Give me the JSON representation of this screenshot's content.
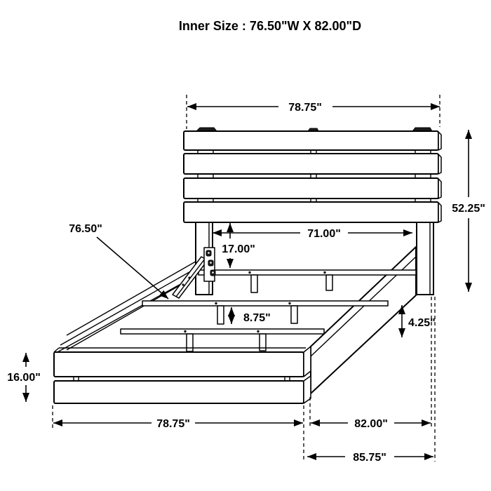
{
  "title": "Inner Size : 76.50\"W X 82.00\"D",
  "drawing": {
    "subject": "platform-bed-frame-assembly-diagram",
    "colors": {
      "line": "#000000",
      "background": "#ffffff",
      "hardware_fill": "#1c1c1c"
    },
    "dims": {
      "top_width": "78.75\"",
      "height": "52.25\"",
      "inner_width": "76.50\"",
      "slat_span": "71.00\"",
      "clearance": "17.00\"",
      "slat_gap": "8.75\"",
      "rail_height": "4.25\"",
      "footboard_height": "16.00\"",
      "bottom_width": "78.75\"",
      "depth": "82.00\"",
      "overall_depth": "85.75\""
    }
  }
}
